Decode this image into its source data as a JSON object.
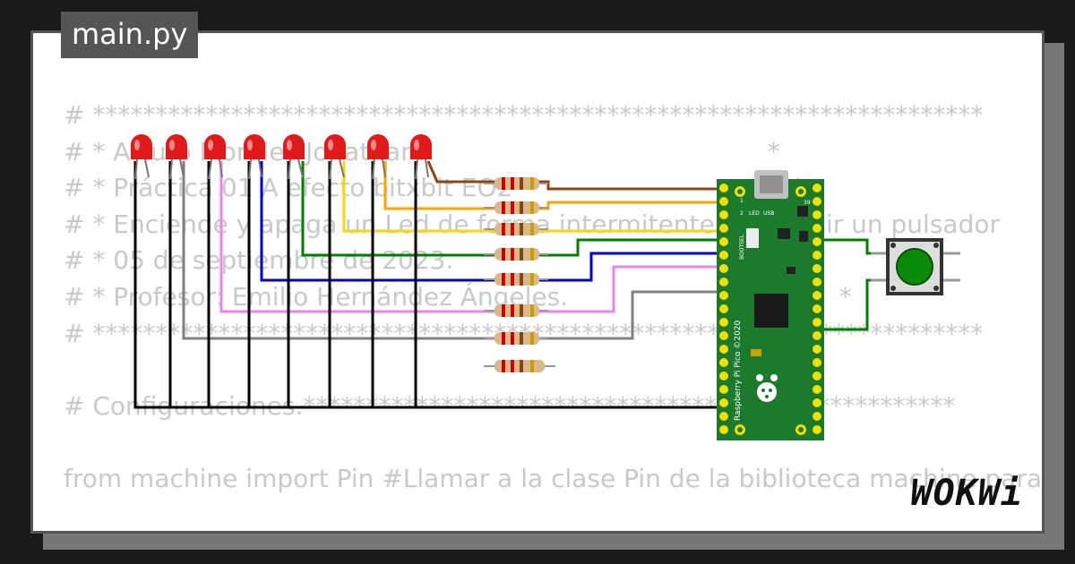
{
  "tab": {
    "filename": "main.py"
  },
  "code": {
    "lines": [
      "# ***********************************************************************",
      "# * Arturo Morales Jonathan.                                           *",
      "# * Práctica 01 A efecto bitxbit EO2                                   *",
      "# * Enciende y apaga un Led de forma intermitente al oprimir un pulsador",
      "# * 05 de septiembre de 2023.                                          *",
      "# * Profesor: Emilio Hernández Ángeles.                                  *",
      "# ***********************************************************************",
      "",
      "# Configuraciones.****************************************************",
      "",
      "from machine import Pin #Llamar a la clase Pin de la biblioteca machine para usar los Pins"
    ]
  },
  "board": {
    "name": "Raspberry Pi Pico ©2020",
    "labels": {
      "led": "LED",
      "usb": "USB",
      "bootsel": "BOOTSEL",
      "pin1": "1",
      "pin2": "2",
      "pin39": "39"
    }
  },
  "components": {
    "led_count": 8,
    "resistor_count": 8,
    "button_color": "#0a8a0a",
    "led_color": "#e01919"
  },
  "wires": [
    {
      "color": "#8b4513"
    },
    {
      "color": "#ffa500"
    },
    {
      "color": "#ffd700"
    },
    {
      "color": "#008000"
    },
    {
      "color": "#0000cc"
    },
    {
      "color": "#ee82ee"
    },
    {
      "color": "#808080"
    },
    {
      "color": "#000000"
    }
  ],
  "branding": {
    "logo": "WOKWi"
  }
}
